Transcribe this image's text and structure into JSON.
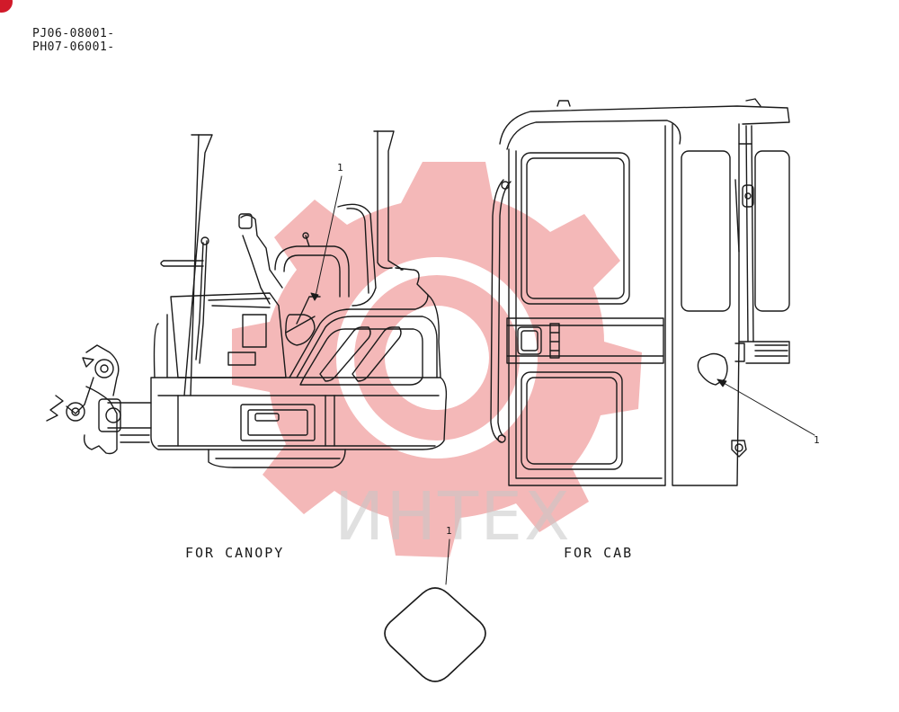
{
  "header": {
    "serial_lines": [
      "PJ06-08001-",
      "PH07-06001-"
    ]
  },
  "captions": {
    "canopy": "FOR CANOPY",
    "cab": "FOR CAB"
  },
  "callouts": {
    "canopy_ref": "1",
    "cab_ref": "1",
    "part_ref": "1"
  },
  "watermark": {
    "text": "ИНТЕХ",
    "gear_color": "#f4b8b8",
    "text_color": "#c8c8c8"
  },
  "colors": {
    "line": "#1a1a1a",
    "corner_mark": "#d11a2a"
  }
}
